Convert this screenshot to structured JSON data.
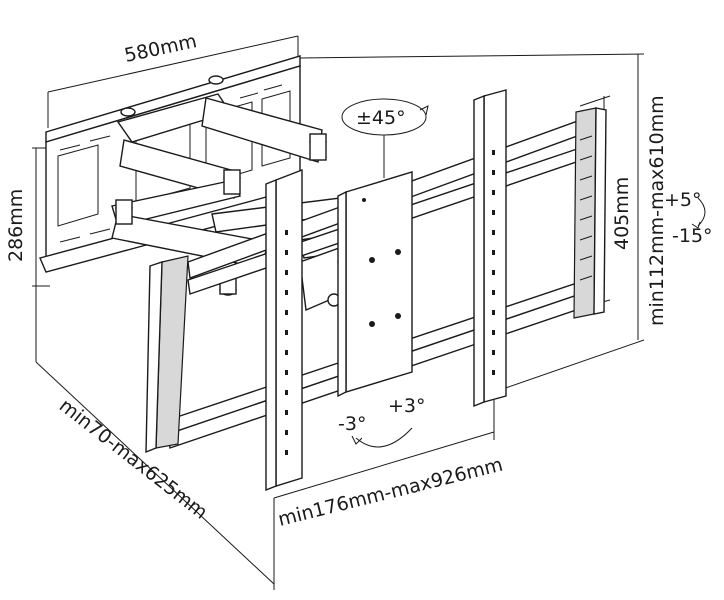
{
  "dimensions": {
    "wall_width": "580mm",
    "wall_height": "286mm",
    "vertical_span": "405mm",
    "vertical_range": "min112mm-max610mm",
    "horizontal_range": "min176mm-max926mm",
    "depth_range": "min70-max625mm"
  },
  "angles": {
    "swivel": "±45°",
    "tilt_up": "+5°",
    "tilt_down": "-15°",
    "level_neg": "-3°",
    "level_pos": "+3°"
  }
}
